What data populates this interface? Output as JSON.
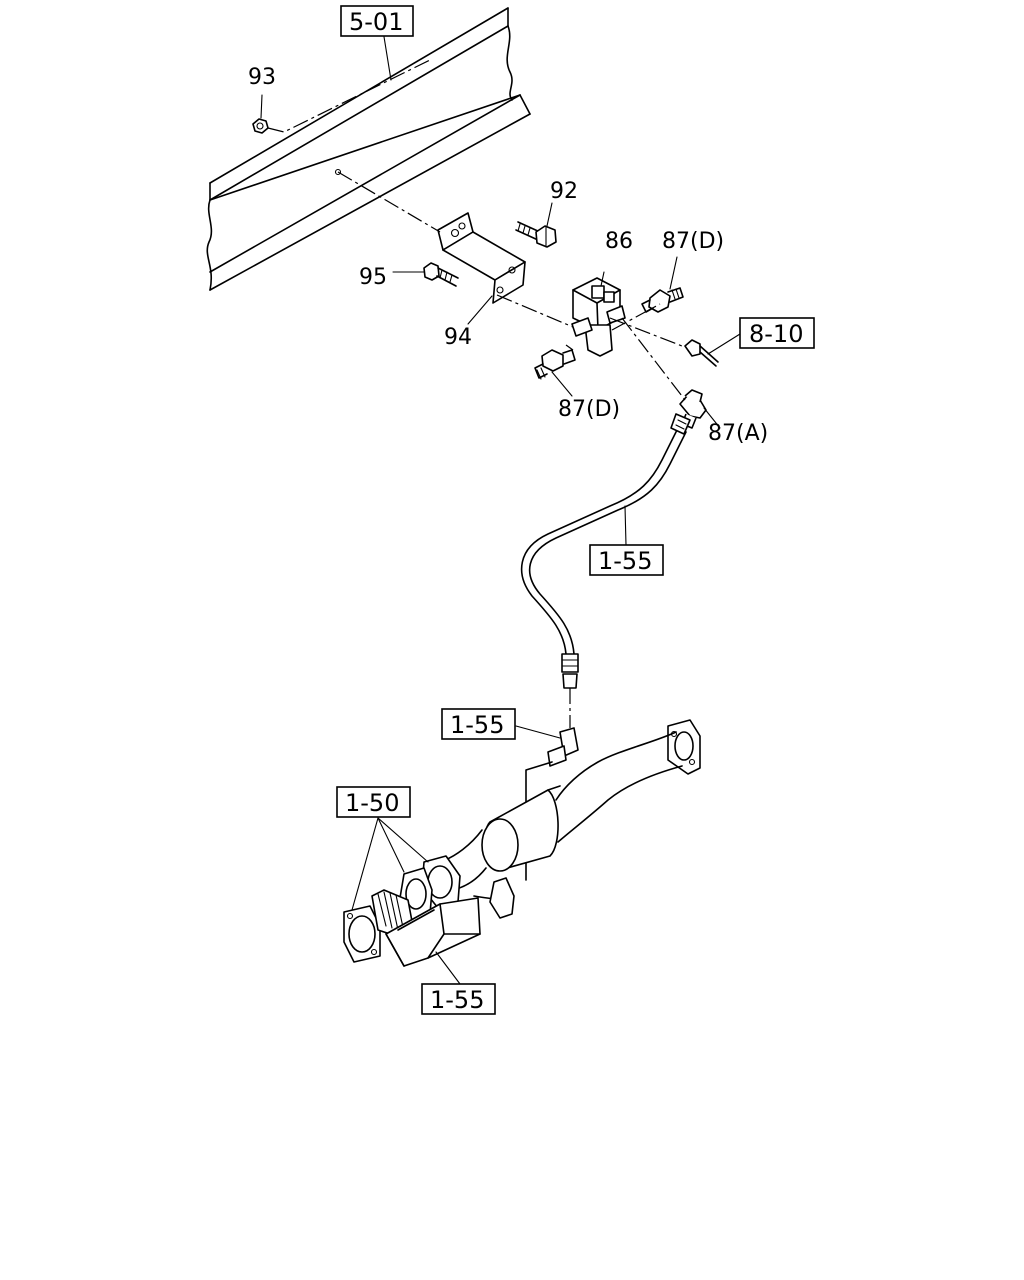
{
  "callouts": {
    "p93": "93",
    "p92": "92",
    "p95": "95",
    "p94": "94",
    "p86": "86",
    "p87d_top": "87(D)",
    "p87d_bottom": "87(D)",
    "p87a": "87(A)"
  },
  "references": {
    "r501": "5-01",
    "r810": "8-10",
    "r155_mid": "1-55",
    "r155_low": "1-55",
    "r150": "1-50",
    "r155_bottom": "1-55"
  }
}
